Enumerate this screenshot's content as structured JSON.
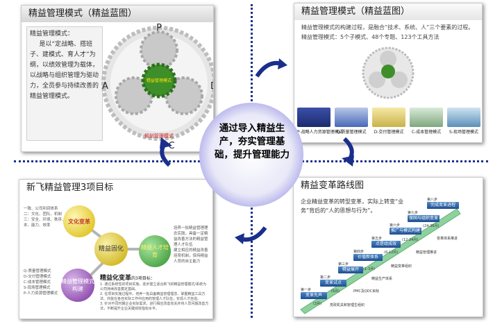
{
  "center": {
    "text": "通过导入精益生产，夯实管理基础，提升管理能力"
  },
  "panel1": {
    "title": "精益管理模式（精益蓝图）",
    "text_heading": "精益管理模式：",
    "text_body": "是以“定战略、搭班子、建模式、育人才”为纲，以绩效管理为载体，以战略与组织管理为驱动力，全员参与持续改善的精益管理模式。",
    "pdca": {
      "p": "P",
      "d": "D",
      "c": "C",
      "a": "A"
    },
    "gear_center_label": "精益管理模式",
    "gear_bottom_label": "规划管理模式"
  },
  "panel2": {
    "title": "精益管理模式（精益蓝图）",
    "desc1": "精益管理模式的构建过程，是融合“技术、系统、人”三个要素的过程。",
    "desc2": "精益管理模式：5个子模式、48个专题、123个工具方法",
    "modes": [
      "P-战略人力资源管理模式",
      "Q-质量管理模式",
      "D-交付管理模式",
      "C-成本管理模式",
      "S-现场管理模式"
    ]
  },
  "panel3": {
    "title": "新飞精益管理3项目标",
    "center_circle": "精益固化",
    "left_circle": "精益管理模式构建",
    "right_circle": "精益人才培育",
    "top_circle": "文化变革",
    "bottom_heading": "精益化变革",
    "bottom_subheading": "的3项目标：",
    "points": [
      "通过系统性的项目实施，逐步建立适合新飞的精益管理模式/系统为公司持续改善奠定基础。",
      "在项目实施过程中，培养一批具备精益管理理念、掌握精益工具方法、并能在各自实际工作中应用的管理人才队伍，实现人才自造。",
      "针对不同时期企业实际需求，进行相应改善攻关并将人员问题改善方法，不断提升企业关键绩效指标水平。"
    ],
    "left_notes": [
      "Q-质量管理模式",
      "D-交付管理模式",
      "C-成本管理模式",
      "S-现场管理模式",
      "P-人力资源管理模式"
    ],
    "top_notes": [
      "一致、公司利润体系",
      "二：文化、团队、机制",
      "三：安全、环境、秩序、成本、能力、效率"
    ],
    "right_notes": [
      "培养一批精益管理理念实践，具备一定精益改善方法的精益管理人才队伍",
      "建立相应的精益改善培育机制，保持精益人员的自主能力"
    ]
  },
  "panel4": {
    "title": "精益变革路线图",
    "intro": "企业精益变革的转型变革，实际上转变“业务”背后的“人的思想与行为”。",
    "steps": [
      "变革先声",
      "变革试点",
      "精益展开",
      "价值新体系",
      "点是组成效",
      "推广与模式构建",
      "保固与组织变革",
      "完成变革进程"
    ],
    "step_nums": [
      "第一步",
      "第二步",
      "第三步",
      "第四步",
      "第五步",
      "第六步",
      "第七步",
      "第八步"
    ],
    "phases": [
      "(3月)",
      "(6月)",
      "(1-3月)",
      "(6-12月)",
      "(12-24月)",
      "(24-36月)"
    ],
    "notes": [
      "党政机关和管理生组织",
      "PMC及QDC目标",
      "精益生产体系",
      "精益变革组织",
      "精益管理推进",
      "变革体系推进"
    ]
  }
}
